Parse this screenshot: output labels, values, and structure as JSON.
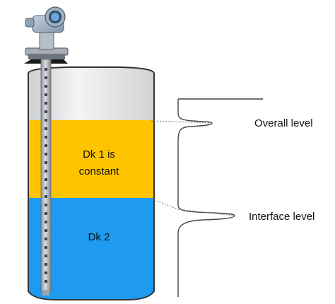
{
  "diagram": {
    "upper_layer_label_line1": "Dk 1 is",
    "upper_layer_label_line2": "constant",
    "lower_layer_label": "Dk 2",
    "overall_level_label": "Overall level",
    "interface_level_label": "Interface level"
  },
  "colors": {
    "upper_liquid": "#FFC400",
    "lower_liquid": "#1E9BF0",
    "tank_empty_space": "#E6E6E6",
    "tank_outline": "#333333",
    "probe": "#B5BBC2",
    "transmitter_head": "#8FA3B8",
    "signal_curve": "#444444",
    "guide_line": "#777777"
  },
  "icons": {
    "device": "radar-level-transmitter-icon"
  }
}
